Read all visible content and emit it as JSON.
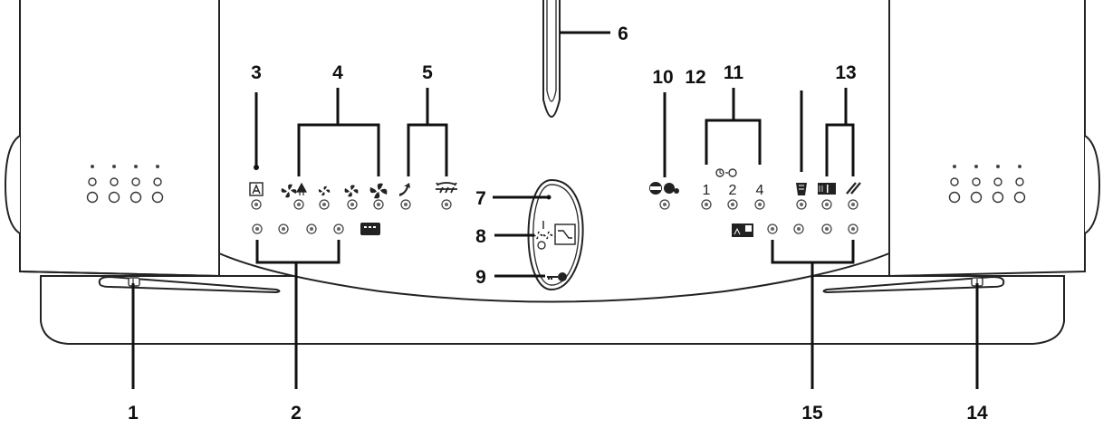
{
  "callouts": {
    "c1": "1",
    "c2": "2",
    "c3": "3",
    "c4": "4",
    "c5": "5",
    "c6": "6",
    "c7": "7",
    "c8": "8",
    "c9": "9",
    "c10": "10",
    "c11": "11",
    "c12": "12",
    "c13": "13",
    "c14": "14",
    "c15": "15"
  },
  "panel_text": {
    "temp_option_1": "1",
    "temp_option_2": "2",
    "temp_option_4": "4"
  },
  "icons": {
    "auto_mode": "auto-mode-icon",
    "fan_modes": [
      "fan-boost-icon",
      "fan-small-icon",
      "fan-medium-icon",
      "fan-large-icon"
    ],
    "air_flow": [
      "upward-airflow-icon",
      "defrost-airflow-icon"
    ],
    "program": "program-display-icon",
    "sensor_knob": "sensor-knob-icon",
    "fan_sensor": "fan-sensor-icon",
    "key": "key-icon",
    "battery": "battery-icon",
    "filter": "filter-icon",
    "half_panel": "half-panel-icon",
    "slash": "double-slash-icon",
    "screen": "screen-icon",
    "timer": "timer-icon"
  }
}
